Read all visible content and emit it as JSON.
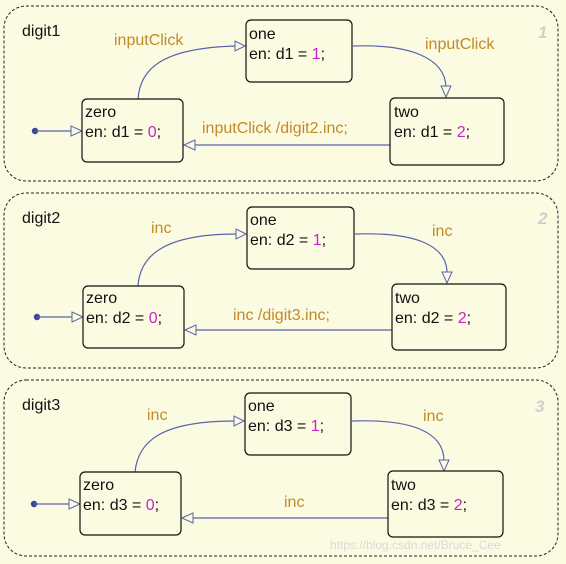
{
  "charts": [
    {
      "name": "digit1",
      "order": "1",
      "states": {
        "zero": {
          "name": "zero",
          "action_prefix": "en: d1 = ",
          "value": "0",
          "action_suffix": ";"
        },
        "one": {
          "name": "one",
          "action_prefix": "en: d1 = ",
          "value": "1",
          "action_suffix": ";"
        },
        "two": {
          "name": "two",
          "action_prefix": "en: d1 = ",
          "value": "2",
          "action_suffix": ";"
        }
      },
      "transitions": {
        "zero_one": "inputClick",
        "one_two": "inputClick",
        "two_zero": "inputClick /digit2.inc;"
      }
    },
    {
      "name": "digit2",
      "order": "2",
      "states": {
        "zero": {
          "name": "zero",
          "action_prefix": "en: d2 = ",
          "value": "0",
          "action_suffix": ";"
        },
        "one": {
          "name": "one",
          "action_prefix": "en: d2 = ",
          "value": "1",
          "action_suffix": ";"
        },
        "two": {
          "name": "two",
          "action_prefix": "en: d2 = ",
          "value": "2",
          "action_suffix": ";"
        }
      },
      "transitions": {
        "zero_one": "inc",
        "one_two": "inc",
        "two_zero": "inc /digit3.inc;"
      }
    },
    {
      "name": "digit3",
      "order": "3",
      "states": {
        "zero": {
          "name": "zero",
          "action_prefix": "en: d3 = ",
          "value": "0",
          "action_suffix": ";"
        },
        "one": {
          "name": "one",
          "action_prefix": "en: d3 = ",
          "value": "1",
          "action_suffix": ";"
        },
        "two": {
          "name": "two",
          "action_prefix": "en: d3 = ",
          "value": "2",
          "action_suffix": ";"
        }
      },
      "transitions": {
        "zero_one": "inc",
        "one_two": "inc",
        "two_zero": "inc"
      }
    }
  ],
  "watermark": "https://blog.csdn.net/Bruce_Cee",
  "colors": {
    "label": "#c28a26",
    "value": "#cc22cc",
    "transition": "#5a63a8",
    "background": "#fbfbe2"
  }
}
